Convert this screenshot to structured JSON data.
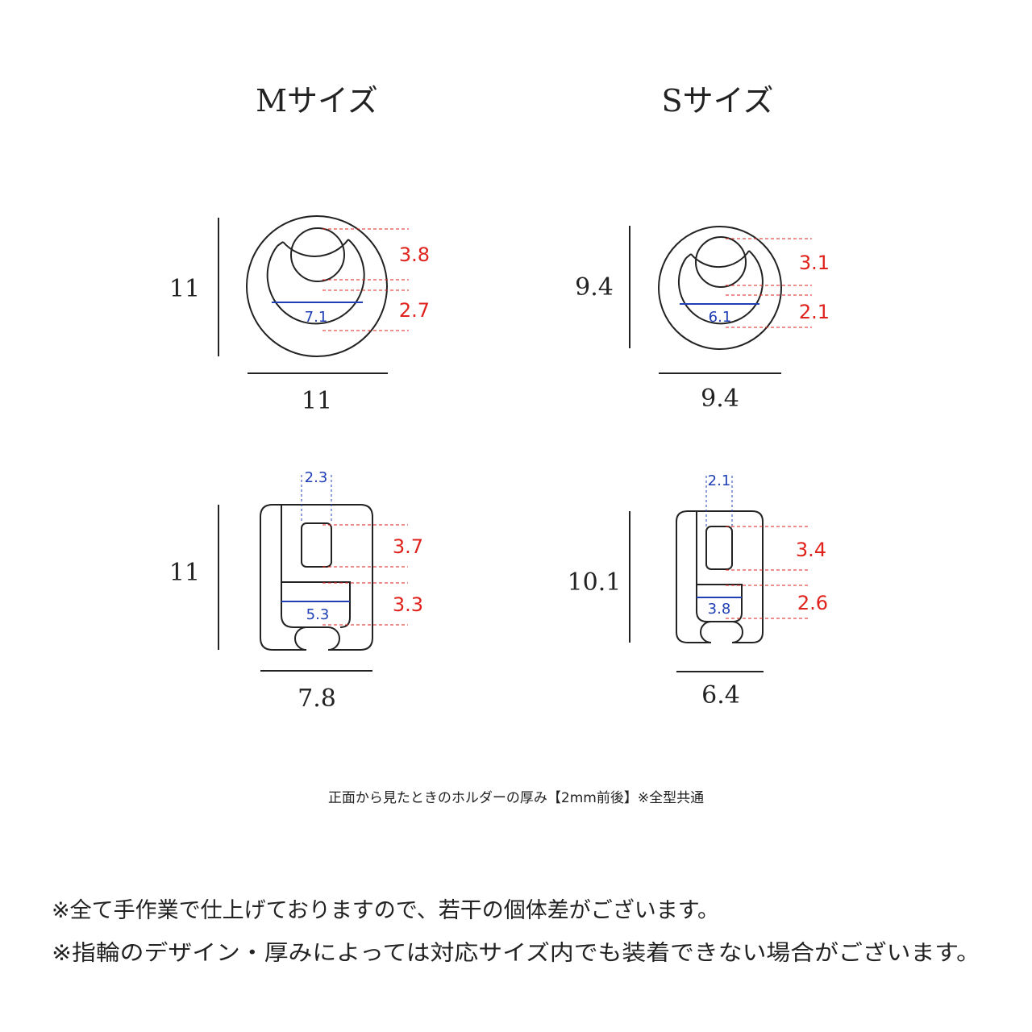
{
  "colors": {
    "line": "#222222",
    "red": "#e0221c",
    "blue": "#1f3fb5"
  },
  "titles": {
    "m": "Mサイズ",
    "s": "Sサイズ"
  },
  "m": {
    "round": {
      "height": "11",
      "width": "11",
      "top": "3.8",
      "bottom": "2.7",
      "inner": "7.1"
    },
    "rect": {
      "height": "11",
      "width": "7.8",
      "slot": "2.3",
      "upper": "3.7",
      "lower": "3.3",
      "inner": "5.3"
    }
  },
  "s": {
    "round": {
      "height": "9.4",
      "width": "9.4",
      "top": "3.1",
      "bottom": "2.1",
      "inner": "6.1"
    },
    "rect": {
      "height": "10.1",
      "width": "6.4",
      "slot": "2.1",
      "upper": "3.4",
      "lower": "2.6",
      "inner": "3.8"
    }
  },
  "caption": "正面から見たときのホルダーの厚み【2mm前後】※全型共通",
  "notes": [
    "※全て手作業で仕上げておりますので、若干の個体差がございます。",
    "※指輪のデザイン・厚みによっては対応サイズ内でも装着できない場合がございます。"
  ]
}
